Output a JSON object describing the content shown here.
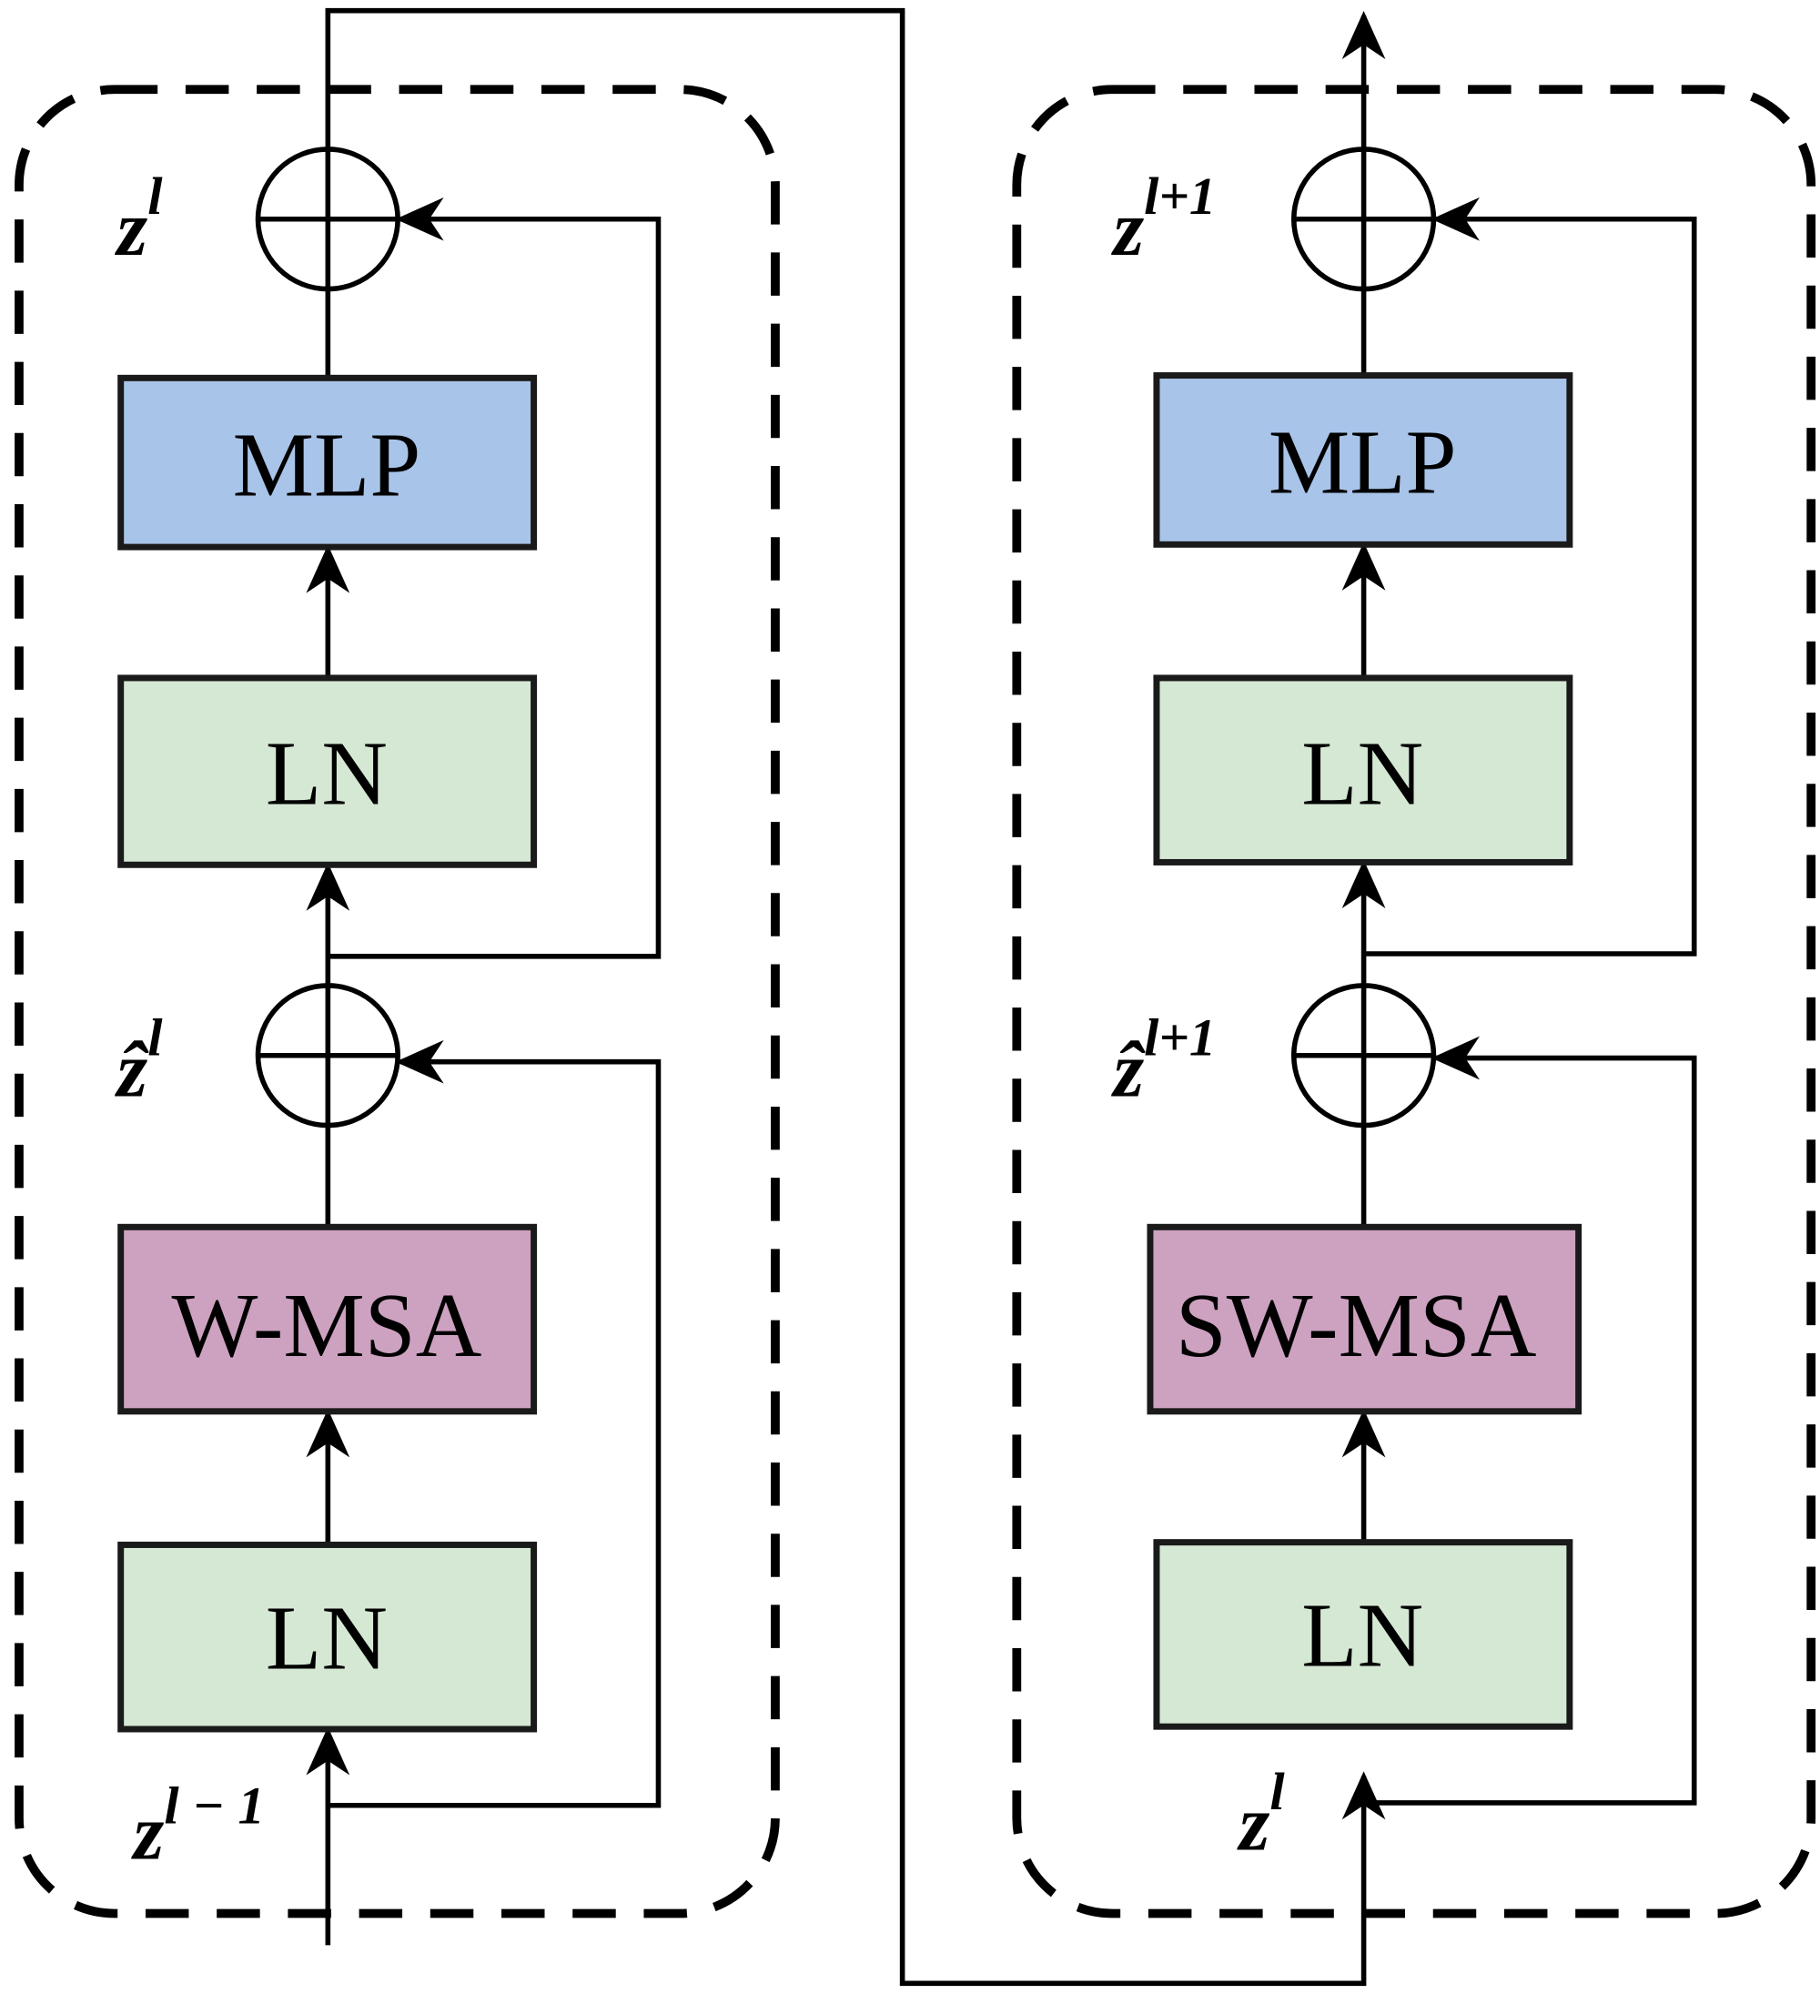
{
  "colors": {
    "mlp": "#a9c4e9",
    "ln": "#d5e8d4",
    "msa": "#cda2c0",
    "line": "#000000"
  },
  "left_block": {
    "mlp": "MLP",
    "ln_top": "LN",
    "msa": "W-MSA",
    "ln_bottom": "LN",
    "out_label": {
      "base": "z",
      "sup": "l"
    },
    "mid_label": {
      "base": "ẑ",
      "sup": "l"
    },
    "in_label": {
      "base": "z",
      "sup": "l − 1"
    }
  },
  "right_block": {
    "mlp": "MLP",
    "ln_top": "LN",
    "msa": "SW-MSA",
    "ln_bottom": "LN",
    "out_label": {
      "base": "z",
      "sup": "l+1"
    },
    "mid_label": {
      "base": "ẑ",
      "sup": "l+1"
    },
    "in_label": {
      "base": "z",
      "sup": "l"
    }
  }
}
